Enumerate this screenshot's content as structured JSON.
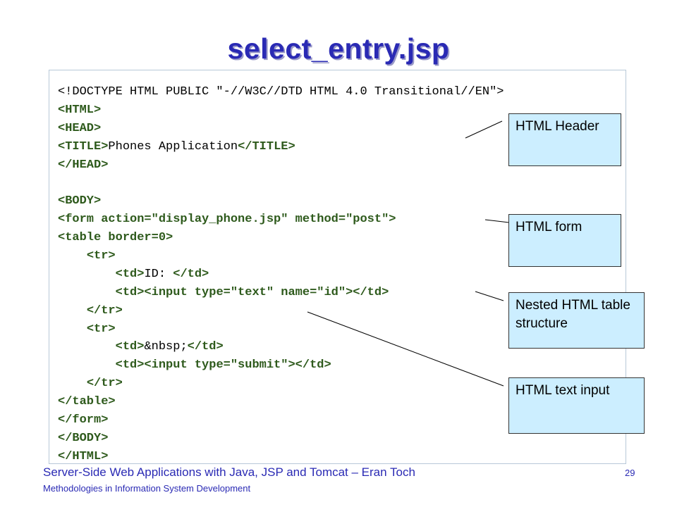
{
  "slide": {
    "title": "select_entry.jsp",
    "footer_line1": "Server-Side Web Applications with Java, JSP and Tomcat – Eran Toch",
    "footer_line2": "Methodologies in Information System Development",
    "page_number": "29"
  },
  "code_lines": [
    [
      {
        "t": "<!DOCTYPE HTML PUBLIC \"-//W3C//DTD HTML 4.0 Transitional//EN\">",
        "c": "plain"
      }
    ],
    [
      {
        "t": "<HTML>",
        "c": "tag"
      }
    ],
    [
      {
        "t": "<HEAD>",
        "c": "tag"
      }
    ],
    [
      {
        "t": "<TITLE>",
        "c": "tag"
      },
      {
        "t": "Phones Application",
        "c": "plain"
      },
      {
        "t": "</TITLE>",
        "c": "tag"
      }
    ],
    [
      {
        "t": "</HEAD>",
        "c": "tag"
      }
    ],
    [],
    [
      {
        "t": "<BODY>",
        "c": "tag"
      }
    ],
    [
      {
        "t": "<form action=\"display_phone.jsp\" method=\"post\">",
        "c": "tag"
      }
    ],
    [
      {
        "t": "<table border=0>",
        "c": "tag"
      }
    ],
    [
      {
        "t": "    ",
        "c": "plain"
      },
      {
        "t": "<tr>",
        "c": "tag"
      }
    ],
    [
      {
        "t": "        ",
        "c": "plain"
      },
      {
        "t": "<td>",
        "c": "tag"
      },
      {
        "t": "ID: ",
        "c": "plain"
      },
      {
        "t": "</td>",
        "c": "tag"
      }
    ],
    [
      {
        "t": "        ",
        "c": "plain"
      },
      {
        "t": "<td><input type=\"text\" name=\"id\"></td>",
        "c": "tag"
      }
    ],
    [
      {
        "t": "    ",
        "c": "plain"
      },
      {
        "t": "</tr>",
        "c": "tag"
      }
    ],
    [
      {
        "t": "    ",
        "c": "plain"
      },
      {
        "t": "<tr>",
        "c": "tag"
      }
    ],
    [
      {
        "t": "        ",
        "c": "plain"
      },
      {
        "t": "<td>",
        "c": "tag"
      },
      {
        "t": "&nbsp;",
        "c": "plain"
      },
      {
        "t": "</td>",
        "c": "tag"
      }
    ],
    [
      {
        "t": "        ",
        "c": "plain"
      },
      {
        "t": "<td><input type=\"submit\"></td>",
        "c": "tag"
      }
    ],
    [
      {
        "t": "    ",
        "c": "plain"
      },
      {
        "t": "</tr>",
        "c": "tag"
      }
    ],
    [
      {
        "t": "</table>",
        "c": "tag"
      }
    ],
    [
      {
        "t": "</form>",
        "c": "tag"
      }
    ],
    [
      {
        "t": "</BODY>",
        "c": "tag"
      }
    ],
    [
      {
        "t": "</HTML>",
        "c": "tag"
      }
    ]
  ],
  "callouts": {
    "header": "HTML Header",
    "form": "HTML form",
    "table": "Nested HTML table structure",
    "input": "HTML text input"
  }
}
